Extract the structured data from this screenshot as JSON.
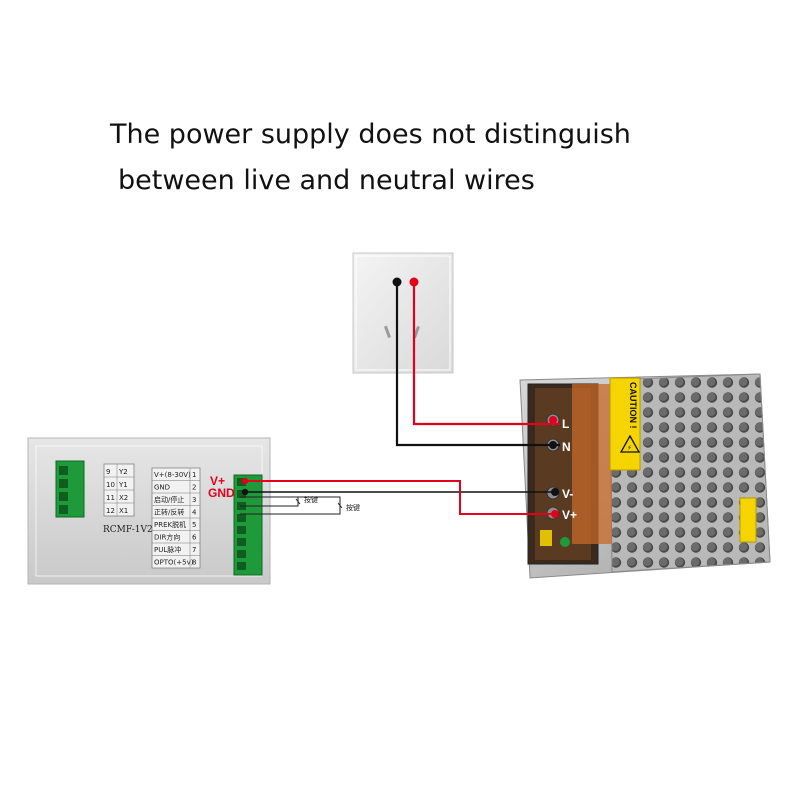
{
  "caption": {
    "line1": "The power supply does not distinguish",
    "line2": "between live and neutral wires"
  },
  "controller": {
    "model": "RCMF-1V2",
    "left_pins": [
      {
        "num": "9",
        "name": "Y2"
      },
      {
        "num": "10",
        "name": "Y1"
      },
      {
        "num": "11",
        "name": "X2"
      },
      {
        "num": "12",
        "name": "X1"
      }
    ],
    "right_pins": [
      {
        "name": "V+(8-30V)",
        "num": "1"
      },
      {
        "name": "GND",
        "num": "2"
      },
      {
        "name": "启动/停止",
        "num": "3"
      },
      {
        "name": "正转/反转",
        "num": "4"
      },
      {
        "name": "PREK脱机",
        "num": "5"
      },
      {
        "name": "DIR方向",
        "num": "6"
      },
      {
        "name": "PUL脉冲",
        "num": "7"
      },
      {
        "name": "OPTO(+5v)",
        "num": "8"
      }
    ],
    "vplus_label": "V+",
    "gnd_label": "GND",
    "button_label_1": "按键",
    "button_label_2": "按键"
  },
  "power_supply": {
    "terminal_l": "L",
    "terminal_n": "N",
    "terminal_vminus": "V-",
    "terminal_vplus": "V+",
    "caution_label": "CAUTION !"
  },
  "colors": {
    "live_wire": "#e3001b",
    "neutral_wire": "#111111",
    "terminal_green": "#1f9a3a"
  }
}
